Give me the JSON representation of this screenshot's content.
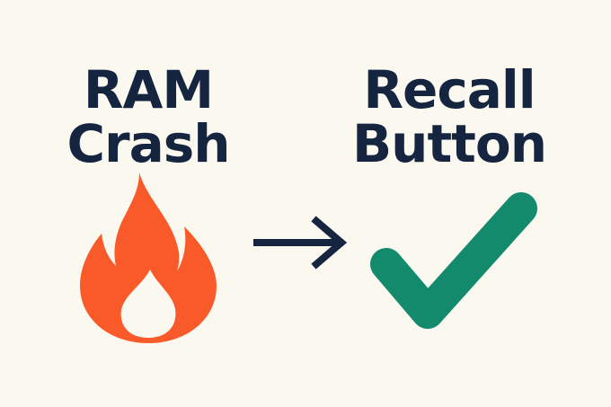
{
  "left": {
    "title_line1": "RAM",
    "title_line2": "Crash",
    "icon": "fire-icon",
    "icon_color": "#fa5a2a"
  },
  "right": {
    "title_line1": "Recall",
    "title_line2": "Button",
    "icon": "checkmark-icon",
    "icon_color": "#138a6c"
  },
  "connector": {
    "icon": "right-arrow-icon",
    "color": "#15243f"
  },
  "colors": {
    "background": "#fbf8f0",
    "text": "#15243f"
  }
}
